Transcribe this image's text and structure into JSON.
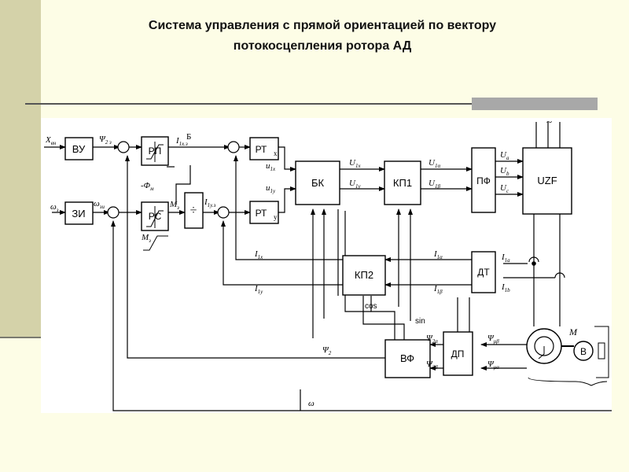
{
  "slide": {
    "title_line1": "Система  управления с прямой ориентацией по вектору",
    "title_line2": "потокосцепления  ротора АД"
  },
  "blocks": {
    "vu": "ВУ",
    "zi": "ЗИ",
    "rp": "РП",
    "rs": "РС",
    "rtx": "РТ",
    "rty": "РТ",
    "bk": "БК",
    "kp1": "КП1",
    "kp2": "КП2",
    "pf": "ПФ",
    "uzf": "UZF",
    "dt": "ДТ",
    "vf": "ВФ",
    "dp": "ДП",
    "motor": "M",
    "encoder": "B"
  },
  "labels": {
    "x_in": "X",
    "x_in_sub": "вн",
    "psi2z": "Ψ",
    "psi2z_sub": "2 з",
    "i1xz": "I",
    "i1xz_sub": "1x.з",
    "b_mark": "Б",
    "omega_z": "ω",
    "omega_z_sub": "з",
    "omega_zi": "ω",
    "omega_zi_sub": "зи",
    "minus_phi": "-Φ",
    "minus_phi_sub": "м",
    "mz": "M",
    "mz_sub": "з",
    "mz2": "M",
    "mz2_sub": "з",
    "divider": "÷",
    "i1yz": "I",
    "i1yz_sub": "1y.з",
    "rtx_sub": "x",
    "rty_sub": "y",
    "u1x": "u",
    "u1x_sub": "1x",
    "u1y": "u",
    "u1y_sub": "1y",
    "U1x": "U",
    "U1x_sub": "1x",
    "U1y": "U",
    "U1y_sub": "1y",
    "U1a": "U",
    "U1a_sub": "1α",
    "U1b": "U",
    "U1b_sub": "1β",
    "Ua": "U",
    "Ua_sub": "a",
    "Ub": "U",
    "Ub_sub": "b",
    "Uc": "U",
    "Uc_sub": "c",
    "I1x": "I",
    "I1x_sub": "1x",
    "I1y": "I",
    "I1y_sub": "1y",
    "I1alpha": "I",
    "I1alpha_sub": "1α",
    "I1beta": "I",
    "I1beta_sub": "1β",
    "I1a": "I",
    "I1a_sub": "1a",
    "I1b": "I",
    "I1b_sub": "1b",
    "cos": "cos",
    "sin": "sin",
    "psi2fb": "Ψ",
    "psi2fb_sub": "2",
    "psi2a": "Ψ",
    "psi2a_sub": "2α",
    "psi2b": "Ψ",
    "psi2b_sub": "2β",
    "psimb": "Ψ",
    "psimb_sub": "μβ",
    "psima": "Ψ",
    "psima_sub": "μα",
    "omega_fb": "ω",
    "ac": "~"
  }
}
